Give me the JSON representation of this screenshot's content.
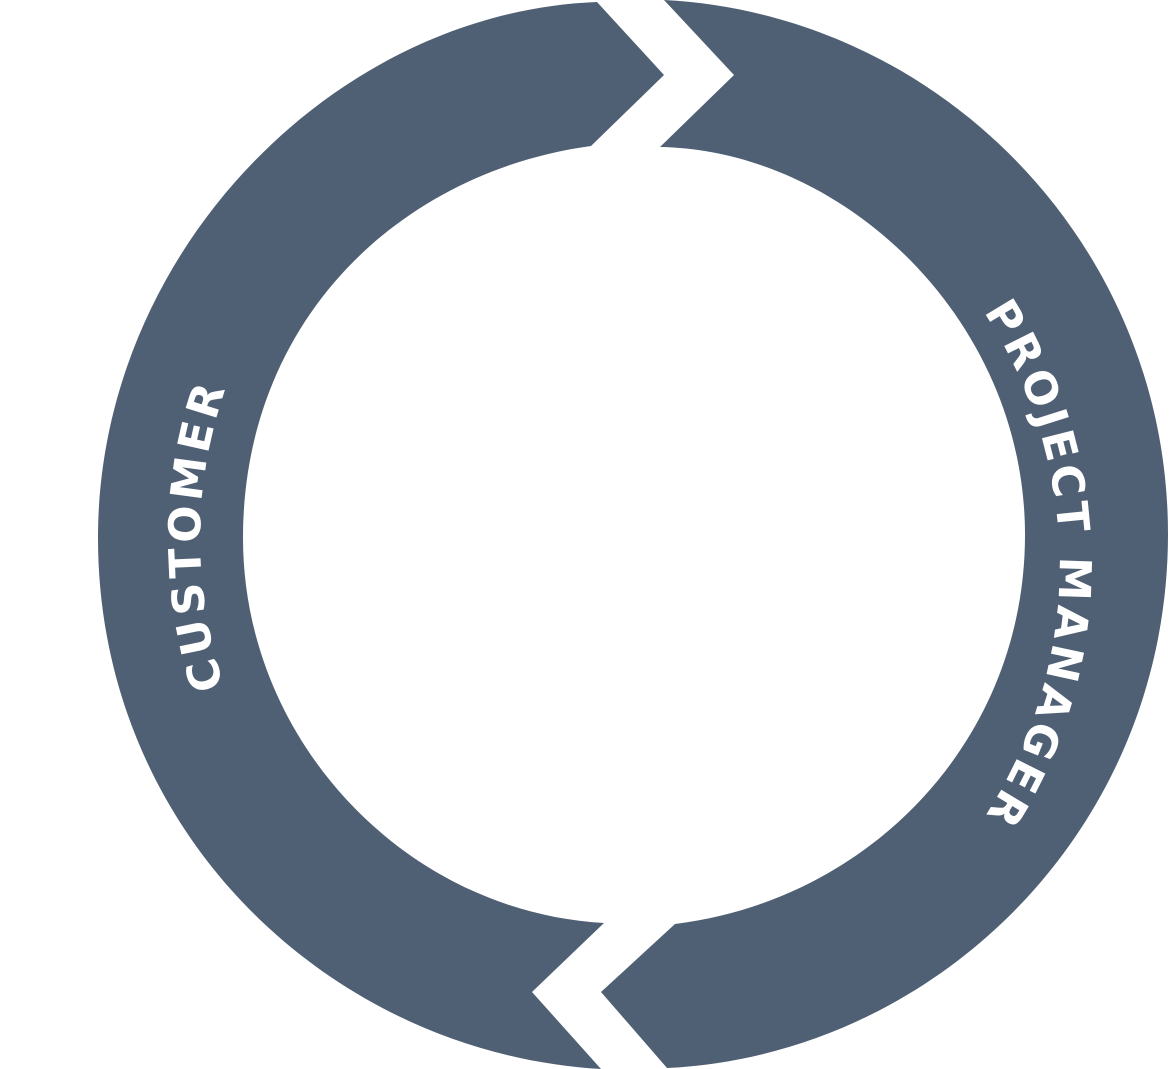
{
  "diagram": {
    "colors": {
      "arc_fill": "#506074",
      "label_text": "#ffffff",
      "background": "#ffffff"
    },
    "segments": [
      {
        "id": "left",
        "label": "CUSTOMER"
      },
      {
        "id": "right",
        "label": "PROJECT MANAGER"
      }
    ]
  }
}
